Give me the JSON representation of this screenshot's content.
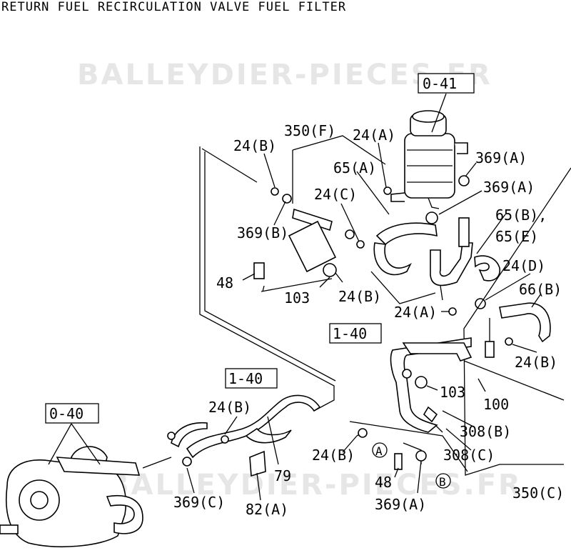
{
  "title": "RETURN FUEL RECIRCULATION VALVE FUEL FILTER",
  "watermark": "BALLEYDIER-PIECES.FR",
  "boxed_labels": {
    "filter": "0-41",
    "pipe_upper": "1-40",
    "pipe_lower": "1-40",
    "pump": "0-40"
  },
  "circled": {
    "a": "A",
    "b": "B"
  },
  "labels": {
    "l350f": "350(F)",
    "l24a_top": "24(A)",
    "l24b_top": "24(B)",
    "l369a_1": "369(A)",
    "l65a": "65(A)",
    "l24c": "24(C)",
    "l369a_2": "369(A)",
    "l65be": "65(B),",
    "l65e": "65(E)",
    "l369b": "369(B)",
    "l24d": "24(D)",
    "l48_upper": "48",
    "l103_upper": "103",
    "l24b_mid": "24(B)",
    "l66b": "66(B)",
    "l24a_mid": "24(A)",
    "l24b_right": "24(B)",
    "l103_lower": "103",
    "l100": "100",
    "l24b_left": "24(B)",
    "l308b": "308(B)",
    "l24b_lower": "24(B)",
    "l308c": "308(C)",
    "l79": "79",
    "l48_lower": "48",
    "l350c": "350(C)",
    "l369c": "369(C)",
    "l82a": "82(A)",
    "l369a_lower": "369(A)"
  }
}
